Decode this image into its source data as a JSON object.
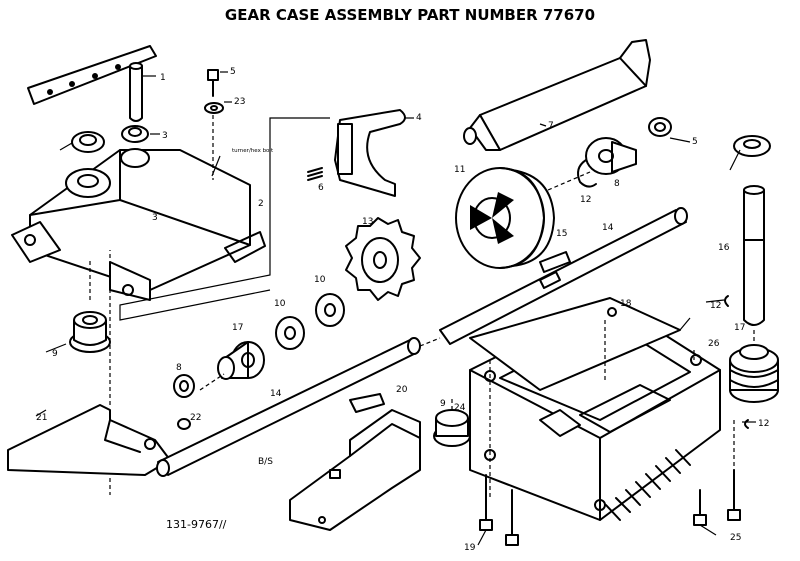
{
  "title": "GEAR CASE ASSEMBLY PART NUMBER 77670",
  "note": "turner/hex bolt",
  "scale_mark": "B/S",
  "drawing_number": "131-9767//",
  "part_refs": [
    "1",
    "2",
    "3",
    "3",
    "4",
    "5",
    "5",
    "6",
    "7",
    "8",
    "8",
    "9",
    "9",
    "10",
    "10",
    "11",
    "12",
    "12",
    "12",
    "13",
    "14",
    "14",
    "15",
    "16",
    "17",
    "17",
    "18",
    "19",
    "20",
    "21",
    "22",
    "23",
    "24",
    "25",
    "26"
  ]
}
